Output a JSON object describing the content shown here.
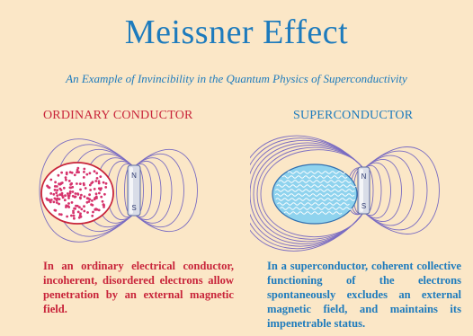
{
  "title": "Meissner Effect",
  "subtitle": "An Example of Invincibility in the Quantum Physics of Superconductivity",
  "left_panel": {
    "heading": "ORDINARY CONDUCTOR",
    "magnet_north": "N",
    "magnet_south": "S",
    "caption": "In an ordinary electrical conductor, incoherent, disordered electrons allow penetration by an external magnetic field."
  },
  "right_panel": {
    "heading": "SUPERCONDUCTOR",
    "magnet_north": "N",
    "magnet_south": "S",
    "caption": "In a superconductor, coherent collective functioning of the electrons spontaneously excludes an external magnetic field, and maintains its impenetrable status."
  },
  "colors": {
    "background": "#fbe7c7",
    "title_blue": "#1d7bbd",
    "conductor_red": "#c8243a",
    "field_line": "#7a6cc2",
    "electron_dot": "#d6336c",
    "superconductor_fill": "#8fd3ee"
  }
}
